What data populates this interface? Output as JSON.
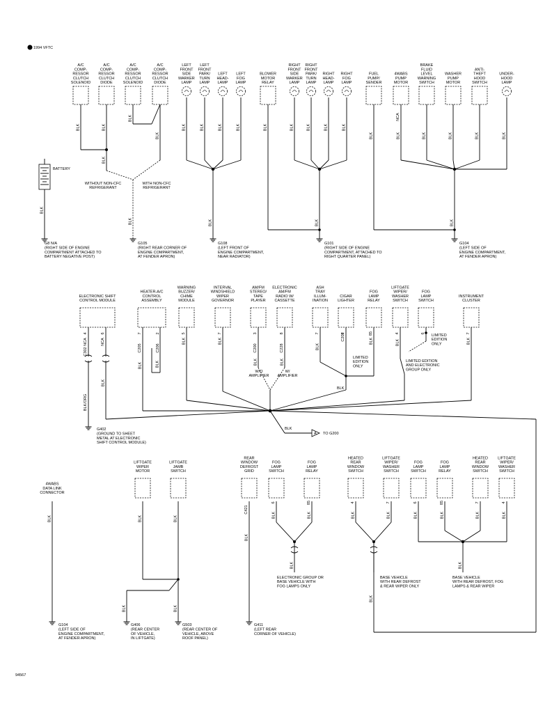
{
  "header": {
    "badge": "1994 VFTC"
  },
  "footer": {
    "code": "94567"
  },
  "wire": "BLK",
  "battery": {
    "label": "BATTERY"
  },
  "top_components": [
    {
      "key": "acsol1",
      "label": "A/C\nCOMP-\nRESSOR\nCLUTCH\nSOLENOID"
    },
    {
      "key": "acdio1",
      "label": "A/C\nCOMP-\nRESSOR\nCLUTCH\nDIODE"
    },
    {
      "key": "acsol2",
      "label": "A/C\nCOMP-\nRESSOR\nCLUTCH\nSOLENOID"
    },
    {
      "key": "acdio2",
      "label": "A/C\nCOMP-\nRESSOR\nCLUTCH\nDIODE"
    },
    {
      "key": "lfside",
      "label": "LEFT\nFRONT\nSIDE\nMARKER\nLAMP"
    },
    {
      "key": "lfpark",
      "label": "LEFT\nFRONT\nPARK/\nTURN\nLAMP"
    },
    {
      "key": "lhead",
      "label": "LEFT\nHEAD-\nLAMP"
    },
    {
      "key": "lfog",
      "label": "LEFT\nFOG\nLAMP"
    },
    {
      "key": "blower",
      "label": "BLOWER\nMOTOR\nRELAY"
    },
    {
      "key": "rfside",
      "label": "RIGHT\nFRONT\nSIDE\nMARKER\nLAMP"
    },
    {
      "key": "rfpark",
      "label": "RIGHT\nFRONT\nPARK/\nTURN\nLAMP"
    },
    {
      "key": "rhead",
      "label": "RIGHT\nHEAD-\nLAMP"
    },
    {
      "key": "rfog",
      "label": "RIGHT\nFOG\nLAMP"
    },
    {
      "key": "fuel",
      "label": "FUEL\nPUMP/\nSENDER"
    },
    {
      "key": "abspump",
      "label": "4WABS\nPUMP\nMOTOR"
    },
    {
      "key": "brake",
      "label": "BRAKE\nFLUID\nLEVEL\nWARNING\nSWITCH"
    },
    {
      "key": "washer",
      "label": "WASHER\nPUMP\nMOTOR"
    },
    {
      "key": "antitheft",
      "label": "ANTI-\nTHEFT\nHOOD\nSWITCH"
    },
    {
      "key": "underhood",
      "label": "UNDER-\nHOOD\nLAMP"
    }
  ],
  "mid_components": [
    {
      "key": "eshift",
      "label": "ELECTRONIC SHIFT\nCONTROL MODULE"
    },
    {
      "key": "heater",
      "label": "HEATER-A/C\nCONTROL\nASSEMBLY"
    },
    {
      "key": "buzzer",
      "label": "WARNING\nBUZZER/\nCHIME\nMODULE"
    },
    {
      "key": "wiper",
      "label": "INTERVAL\nWINDSHIELD\nWIPER\nGOVERNOR"
    },
    {
      "key": "stereo",
      "label": "AM/FM\nSTEREO/\nTAPE\nPLAYER"
    },
    {
      "key": "radio",
      "label": "ELECTRONIC\nAM/FM\nRADIO W/\nCASSETTE"
    },
    {
      "key": "ashtray",
      "label": "ASH\nTRAY\nILLUM-\nINATION"
    },
    {
      "key": "cigar",
      "label": "CIGAR\nLIGHTER"
    },
    {
      "key": "foglrelay",
      "label": "FOG\nLAMP\nRELAY"
    },
    {
      "key": "liftwash",
      "label": "LIFTGATE\nWIPER/\nWASHER\nSWITCH"
    },
    {
      "key": "fogsw",
      "label": "FOG\nLAMP\nSWITCH"
    },
    {
      "key": "cluster",
      "label": "INSTRUMENT\nCLUSTER"
    }
  ],
  "bottom_components": [
    {
      "key": "absdl",
      "label": "4WABS\nDATA LINK\nCONNECTOR"
    },
    {
      "key": "lgmotor",
      "label": "LIFTGATE\nWIPER\nMOTOR"
    },
    {
      "key": "lgjamb",
      "label": "LIFTGATE\nJAMB\nSWITCH"
    },
    {
      "key": "defrost",
      "label": "REAR\nWINDOW\nDEFROST\nGRID"
    },
    {
      "key": "fogsw2",
      "label": "FOG\nLAMP\nSWITCH"
    },
    {
      "key": "fogrel2",
      "label": "FOG\nLAMP\nRELAY"
    },
    {
      "key": "htdsw1",
      "label": "HEATED\nREAR\nWINDOW\nSWITCH"
    },
    {
      "key": "lgws2",
      "label": "LIFTGATE\nWIPER/\nWASHER\nSWITCH"
    },
    {
      "key": "fogsw3",
      "label": "FOG\nLAMP\nSWITCH"
    },
    {
      "key": "fogrel3",
      "label": "FOG\nLAMP\nRELAY"
    },
    {
      "key": "htdsw2",
      "label": "HEATED\nREAR\nWINDOW\nSWITCH"
    },
    {
      "key": "lgws3",
      "label": "LIFTGATE\nWIPER/\nWASHER\nSWITCH"
    }
  ],
  "grounds": [
    {
      "key": "g8",
      "label": "G8 N/A\n(RIGHT SIDE OF ENGINE\nCOMPARTMENT ATTACHED TO\nBATTERY NEGATIVE POST)"
    },
    {
      "key": "g105",
      "label": "G105\n(RIGHT REAR CORNER OF\nENGINE COMPARTMENT,\nAT FENDER APRON)"
    },
    {
      "key": "g108",
      "label": "G108\n(LEFT FRONT OF\nENGINE COMPARTMENT,\nNEAR RADIATOR)"
    },
    {
      "key": "g101",
      "label": "G101\n(RIGHT SIDE OF ENGINE\nCOMPARTMENT, ATTACHED TO\nRIGHT QUARTER PANEL)"
    },
    {
      "key": "g104a",
      "label": "G104\n(LEFT SIDE OF\nENGINE COMPARTMENT,\nAT FENDER APRON)"
    },
    {
      "key": "g402",
      "label": "G402\n(GROUND TO SHEET\nMETAL AT ELECTRONIC\nSHIFT CONTROL MODULE)"
    },
    {
      "key": "g104b",
      "label": "G104\n(LEFT SIDE OF\nENGINE COMPARTMENT,\nAT FENDER APRON)"
    },
    {
      "key": "g406",
      "label": "G406\n(REAR CENTER\nOF VEHICLE,\nIN LIFTGATE)"
    },
    {
      "key": "g503",
      "label": "G503\n(REAR CENTER OF\nVEHICLE, ABOVE\nROOF PANEL)"
    },
    {
      "key": "g411",
      "label": "G411\n(LEFT REAR\nCORNER OF VEHICLE)"
    }
  ],
  "notes": {
    "without": "WITHOUT NON-CFC\nREFRIGERANT",
    "with": "WITH NON-CFC\nREFRIGERANT",
    "wo_amp": "W/O\nAMPLIFIER",
    "w_amp": "W/\nAMPLIFIER",
    "limited1": "LIMITED\nEDITION\nONLY",
    "limited2": "LIMITED\nEDITION\nONLY",
    "limited3": "LIMITED EDITION\nAND ELECTRONIC\nGROUP ONLY",
    "to_g200": "TO G200",
    "to_g200_tag": "A",
    "cond1": "ELECTRONIC GROUP OR\nBASE VEHICLE WITH\nFOG LAMPS ONLY",
    "cond2": "BASE VEHICLE\nWITH REAR DEFROST\n& REAR WIPER ONLY",
    "cond3": "BASE VEHICLE\nWITH REAR DEFROST, FOG\nLAMPS & REAR WIPER"
  },
  "wire_tags": {
    "nca_abs": "NCA",
    "nca_es4": "NCA",
    "nca_es6": "NCA",
    "c302": "C302",
    "c205": "C205",
    "c206": "C206",
    "c200": "C200",
    "c228": "C228",
    "c229": "C229",
    "c208": "C208",
    "c421": "C421",
    "blkorg": "BLK/ORG",
    "pin4": "4",
    "pin6": "6",
    "pin7a": "7",
    "pin2": "2",
    "pin5": "5",
    "pin7b": "7",
    "pin3": "3",
    "pin8": "8",
    "pin7c": "7",
    "pin7d": "7",
    "pin85": "85",
    "pin4b": "4",
    "pin6b": "6",
    "pin7e": "7",
    "b6": "6",
    "b85": "85",
    "b4": "4",
    "b7": "7",
    "b6b": "6",
    "b85b": "85",
    "b7b": "7",
    "b4b": "4"
  }
}
